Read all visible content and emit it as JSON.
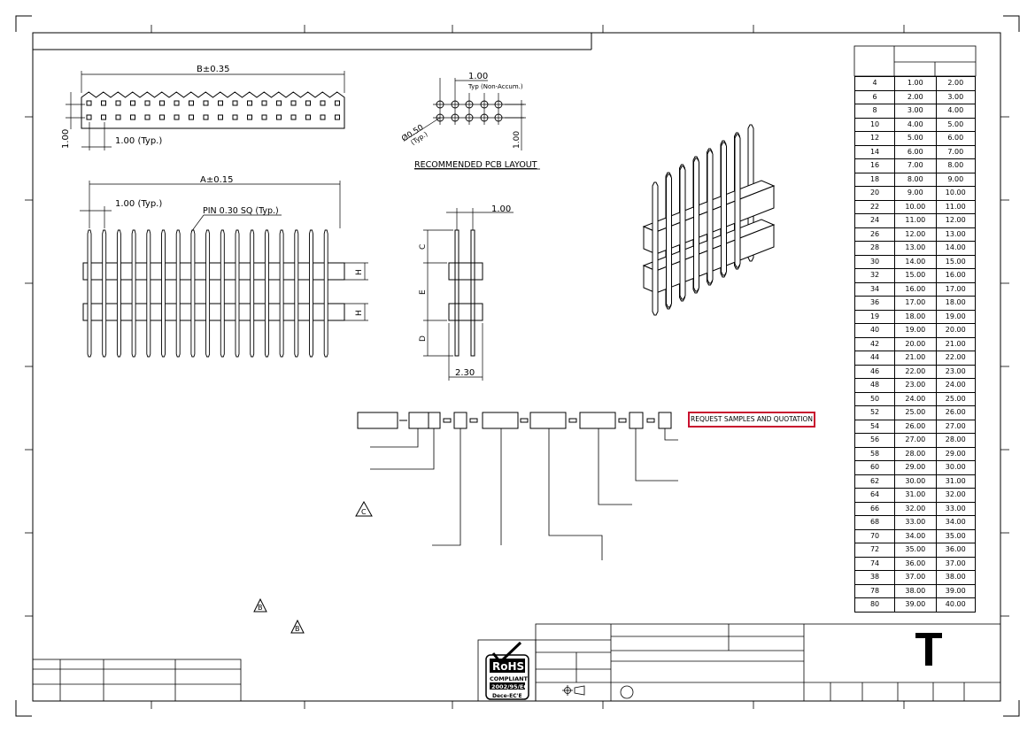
{
  "dims": {
    "b_len": "B±0.35",
    "a_len": "A±0.15",
    "pitch_typ": "1.00  (Typ.)",
    "pitch_typ_b": "1.00  (Typ.)",
    "row_spacing": "1.00",
    "pin_size": "PIN  0.30  SQ  (Typ.)",
    "h": "H",
    "c": "C",
    "e": "E",
    "d": "D",
    "side_pitch": "1.00",
    "side_width": "2.30",
    "pcb_pitch": "1.00",
    "pcb_pitch_note": "Typ  (Non-Accum.)",
    "pcb_hole": "Ø0.50",
    "pcb_hole_typ": "(Typ.)",
    "pcb_row": "1.00",
    "pcb_title": "RECOMMENDED  PCB  LAYOUT"
  },
  "order": {
    "request_button": "REQUEST  SAMPLES  AND  QUOTATION"
  },
  "revision_marks": [
    "C",
    "B",
    "B"
  ],
  "logo": {
    "rohs": "RoHS",
    "compliant": "COMPLIANT",
    "directive": "2002/95/EC",
    "dece": "Dece-EC'E"
  },
  "title_block": {
    "company_mark": "T"
  },
  "table": {
    "rows": [
      [
        "4",
        "1.00",
        "2.00"
      ],
      [
        "6",
        "2.00",
        "3.00"
      ],
      [
        "8",
        "3.00",
        "4.00"
      ],
      [
        "10",
        "4.00",
        "5.00"
      ],
      [
        "12",
        "5.00",
        "6.00"
      ],
      [
        "14",
        "6.00",
        "7.00"
      ],
      [
        "16",
        "7.00",
        "8.00"
      ],
      [
        "18",
        "8.00",
        "9.00"
      ],
      [
        "20",
        "9.00",
        "10.00"
      ],
      [
        "22",
        "10.00",
        "11.00"
      ],
      [
        "24",
        "11.00",
        "12.00"
      ],
      [
        "26",
        "12.00",
        "13.00"
      ],
      [
        "28",
        "13.00",
        "14.00"
      ],
      [
        "30",
        "14.00",
        "15.00"
      ],
      [
        "32",
        "15.00",
        "16.00"
      ],
      [
        "34",
        "16.00",
        "17.00"
      ],
      [
        "36",
        "17.00",
        "18.00"
      ],
      [
        "19",
        "18.00",
        "19.00"
      ],
      [
        "40",
        "19.00",
        "20.00"
      ],
      [
        "42",
        "20.00",
        "21.00"
      ],
      [
        "44",
        "21.00",
        "22.00"
      ],
      [
        "46",
        "22.00",
        "23.00"
      ],
      [
        "48",
        "23.00",
        "24.00"
      ],
      [
        "50",
        "24.00",
        "25.00"
      ],
      [
        "52",
        "25.00",
        "26.00"
      ],
      [
        "54",
        "26.00",
        "27.00"
      ],
      [
        "56",
        "27.00",
        "28.00"
      ],
      [
        "58",
        "28.00",
        "29.00"
      ],
      [
        "60",
        "29.00",
        "30.00"
      ],
      [
        "62",
        "30.00",
        "31.00"
      ],
      [
        "64",
        "31.00",
        "32.00"
      ],
      [
        "66",
        "32.00",
        "33.00"
      ],
      [
        "68",
        "33.00",
        "34.00"
      ],
      [
        "70",
        "34.00",
        "35.00"
      ],
      [
        "72",
        "35.00",
        "36.00"
      ],
      [
        "74",
        "36.00",
        "37.00"
      ],
      [
        "38",
        "37.00",
        "38.00"
      ],
      [
        "78",
        "38.00",
        "39.00"
      ],
      [
        "80",
        "39.00",
        "40.00"
      ]
    ]
  }
}
